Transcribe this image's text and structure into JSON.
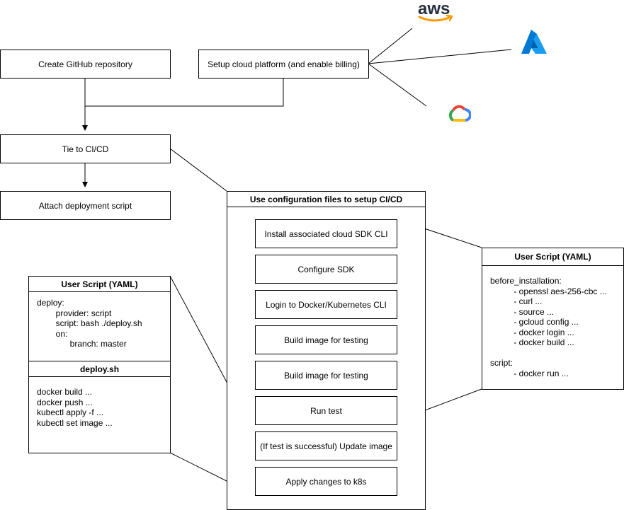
{
  "nodes": {
    "create_repo": "Create GitHub repository",
    "setup_cloud": "Setup cloud platform (and enable billing)",
    "tie_cicd": "Tie to CI/CD",
    "attach_script": "Attach deployment script"
  },
  "cicd_panel": {
    "title": "Use configuration files to setup CI/CD",
    "steps": [
      "Install associated cloud SDK CLI",
      "Configure SDK",
      "Login to Docker/Kubernetes CLI",
      "Build image for testing",
      "Build image for testing",
      "Run test",
      "(If test is successful) Update image",
      "Apply changes to k8s"
    ]
  },
  "left_script": {
    "title": "User Script (YAML)",
    "body": "deploy:\n        provider: script\n        script: bash ./deploy.sh\n        on:\n              branch: master",
    "deploy_title": "deploy.sh",
    "deploy_body": "docker build ...\ndocker push ...\nkubectl apply -f ...\nkubectl set image ..."
  },
  "right_script": {
    "title": "User Script (YAML)",
    "body": "before_installation:\n          - openssl aes-256-cbc ...\n          - curl ...\n          - source ...\n          - gcloud config ...\n          - docker login ...\n          - docker build ...\n\nscript:\n          - docker run ..."
  },
  "logos": {
    "aws_text": "aws",
    "colors": {
      "aws_text": "#252f3e",
      "aws_smile": "#ff9900",
      "azure": "#0078d4",
      "gcp_red": "#ea4335",
      "gcp_blue": "#4285f4",
      "gcp_green": "#34a853",
      "gcp_yellow": "#fbbc05"
    }
  }
}
